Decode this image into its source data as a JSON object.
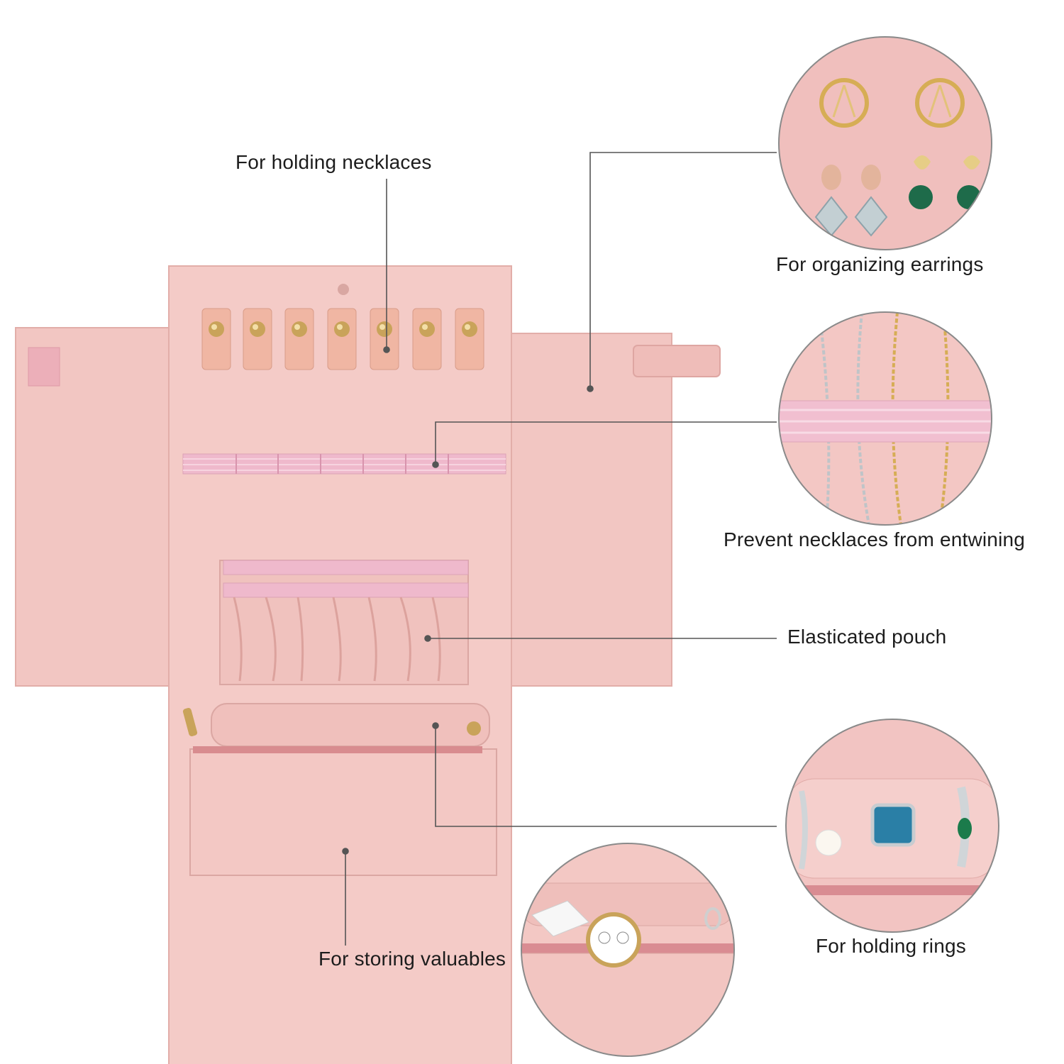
{
  "colors": {
    "fabric": "#f2c7c3",
    "fabric_dark": "#e7b1ad",
    "elastic": "#efb9cc",
    "leather": "#f0b6a3",
    "gold": "#c9a35a",
    "leader": "#555555",
    "circle_border": "#8a8a8a"
  },
  "captions": {
    "holding_necklaces": "For holding necklaces",
    "organizing_earrings": "For organizing earrings",
    "prevent_entwining": "Prevent necklaces from entwining",
    "elasticated_pouch": "Elasticated pouch",
    "holding_rings": "For holding rings",
    "storing_valuables": "For storing valuables"
  },
  "icons": {
    "earrings_detail": "earrings-closeup-icon",
    "necklaces_detail": "necklace-chains-closeup-icon",
    "rings_detail": "rings-closeup-icon",
    "watch_detail": "watch-in-pocket-icon"
  }
}
